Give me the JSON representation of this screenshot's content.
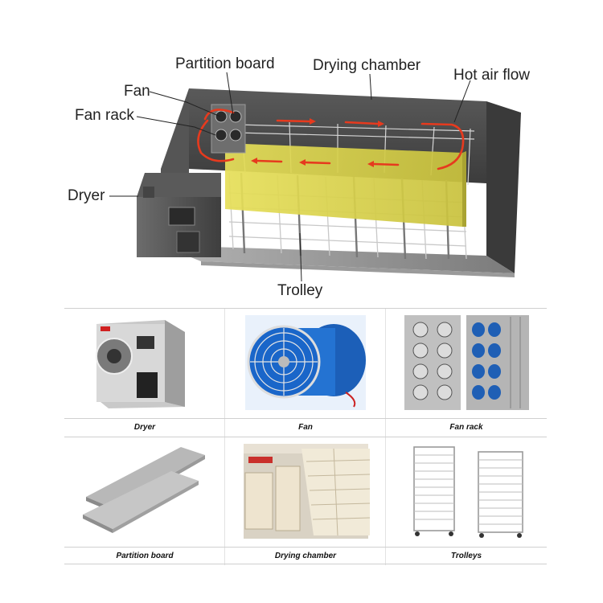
{
  "diagram": {
    "labels": {
      "partition_board": "Partition board",
      "drying_chamber": "Drying chamber",
      "hot_air_flow": "Hot air flow",
      "fan": "Fan",
      "fan_rack": "Fan rack",
      "dryer": "Dryer",
      "trolley": "Trolley"
    },
    "colors": {
      "chamber_wall": "#4a4a4a",
      "chamber_floor": "#8d8d8d",
      "partition_board": "#d8d24a",
      "hot_air_arrows": "#e63a1e"
    }
  },
  "components": {
    "captions": [
      "Dryer",
      "Fan",
      "Fan rack",
      "Partition board",
      "Drying chamber",
      "Trolleys"
    ]
  }
}
